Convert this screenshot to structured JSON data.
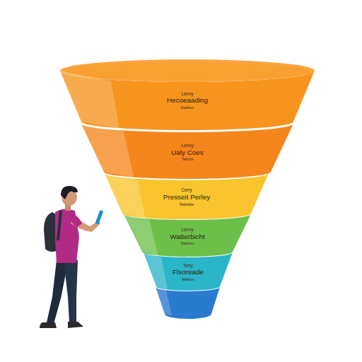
{
  "diagram": {
    "nodes": [
      {
        "text": [
          "Lenny",
          "Hecoeaading",
          "Dadtion"
        ]
      },
      {
        "text": [
          "Lenny",
          "Ualy Coes",
          "Tabrtts"
        ]
      },
      {
        "text": [
          "Cerry",
          "Presseit Perley",
          "Rabeble"
        ]
      },
      {
        "text": [
          "Lenny",
          "Watterbicht",
          "Dabtion"
        ]
      },
      {
        "text": [
          "Terry",
          "Flsoreade",
          "Mabion"
        ]
      }
    ]
  }
}
